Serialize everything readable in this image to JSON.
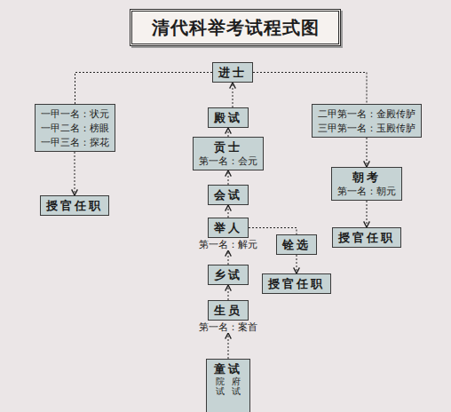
{
  "diagram": {
    "title": "清代科举考试程式图",
    "nodes": [
      {
        "text": [
          "进士"
        ]
      },
      {
        "text": [
          "一甲一名：状元",
          "一甲二名：榜眼",
          "一甲三名：探花"
        ]
      },
      {
        "text": [
          "二甲第一名：金殿传胪",
          "三甲第一名：玉殿传胪"
        ]
      },
      {
        "text": [
          "殿试"
        ]
      },
      {
        "text": [
          "授官任职"
        ]
      },
      {
        "text": [
          "朝考",
          "第一名：朝元"
        ]
      },
      {
        "text": [
          "贡士",
          "第一名：会元"
        ]
      },
      {
        "text": [
          "会试"
        ]
      },
      {
        "text": [
          "授官任职"
        ]
      },
      {
        "text": [
          "举人",
          "第一名：解元"
        ]
      },
      {
        "text": [
          "铨选"
        ]
      },
      {
        "text": [
          "乡试"
        ]
      },
      {
        "text": [
          "授官任职"
        ]
      },
      {
        "text": [
          "生员",
          "第一名：案首"
        ]
      },
      {
        "text": [
          "童试",
          "院试",
          "府试"
        ]
      }
    ],
    "edges": [
      {
        "from": 14,
        "to": 13,
        "arrow": "to"
      },
      {
        "from": 13,
        "to": 11,
        "arrow": "to"
      },
      {
        "from": 11,
        "to": 9,
        "arrow": "to"
      },
      {
        "from": 9,
        "to": 7,
        "arrow": "to"
      },
      {
        "from": 7,
        "to": 6,
        "arrow": "to"
      },
      {
        "from": 6,
        "to": 3,
        "arrow": "to"
      },
      {
        "from": 3,
        "to": 0,
        "arrow": "to"
      },
      {
        "from": 0,
        "to": 1,
        "arrow": "none"
      },
      {
        "from": 0,
        "to": 2,
        "arrow": "none"
      },
      {
        "from": 1,
        "to": 4,
        "arrow": "to"
      },
      {
        "from": 2,
        "to": 5,
        "arrow": "to"
      },
      {
        "from": 5,
        "to": 8,
        "arrow": "to"
      },
      {
        "from": 9,
        "to": 10,
        "arrow": "none"
      },
      {
        "from": 10,
        "to": 12,
        "arrow": "to"
      }
    ]
  }
}
